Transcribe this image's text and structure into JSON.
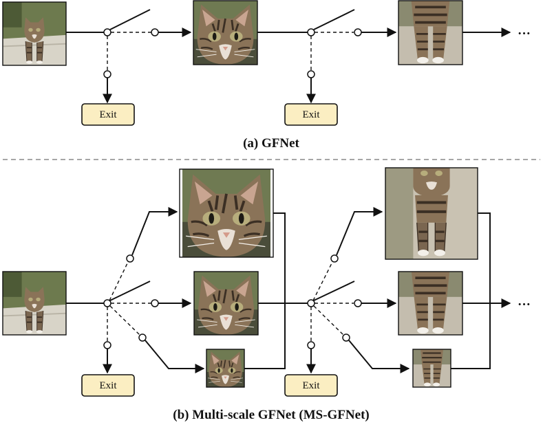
{
  "panel_a": {
    "caption": "(a) GFNet",
    "exit_labels": [
      "Exit",
      "Exit"
    ],
    "continuation": "···"
  },
  "panel_b": {
    "caption": "(b) Multi-scale GFNet (MS-GFNet)",
    "exit_labels": [
      "Exit",
      "Exit"
    ],
    "continuation": "···"
  },
  "colors": {
    "exit_fill": "#fbeec2",
    "line": "#111111",
    "separator": "#888888"
  },
  "icons": [
    "kitten-photo",
    "switch-icon",
    "arrow-icon"
  ]
}
